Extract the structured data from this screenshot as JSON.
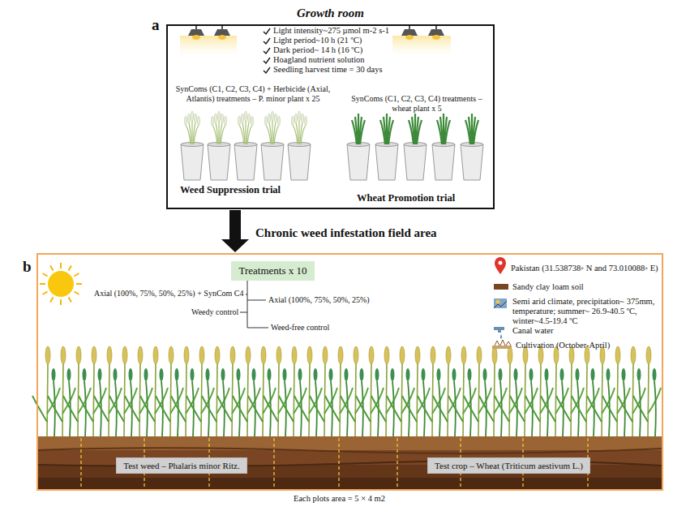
{
  "diagram": {
    "nodes": [
      {
        "text": [
          "Growth room"
        ]
      },
      {
        "text": [
          "Chronic weed infestation field area"
        ]
      },
      {
        "text": [
          "Treatments x 10"
        ],
        "in": 1
      },
      {
        "text": [
          "Test weed – Phalaris minor Ritz."
        ],
        "in": 1
      },
      {
        "text": [
          "Test crop – Wheat (Triticum aestivum L.)"
        ],
        "in": 1
      }
    ],
    "edges": [
      {
        "from": 0,
        "to": 1,
        "arrow": "to"
      }
    ],
    "labels": [
      "a",
      "Light intensity~275 µmol m-2 s-1",
      "Light period~10 h (21 ºC)",
      "Dark period~ 14 h (16 ºC)",
      "Hoagland nutrient solution",
      "Seedling harvest time = 30 days",
      "SynComs (C1, C2, C3, C4) + Herbicide (Axial, Atlantis) treatments – P. minor plant x 25",
      "SynComs (C1, C2, C3, C4) treatments – wheat plant x 5",
      "Weed Suppression trial",
      "Wheat Promotion trial",
      "b",
      "Axial (100%, 75%, 50%, 25%) + SynCom C4",
      "Axial (100%, 75%, 50%, 25%)",
      "Weedy control",
      "Weed-free control",
      "Pakistan (31.538738◦ N and 73.010088◦ E)",
      "Sandy clay loam soil",
      "Semi arid climate, precipitation~ 375mm, temperature; summer~ 26.9-40.5 ºC, winter~4.5-19.4 ºC",
      "Canal water",
      "Cultivation (October-April)",
      "Each plots area = 5 × 4 m2"
    ]
  }
}
